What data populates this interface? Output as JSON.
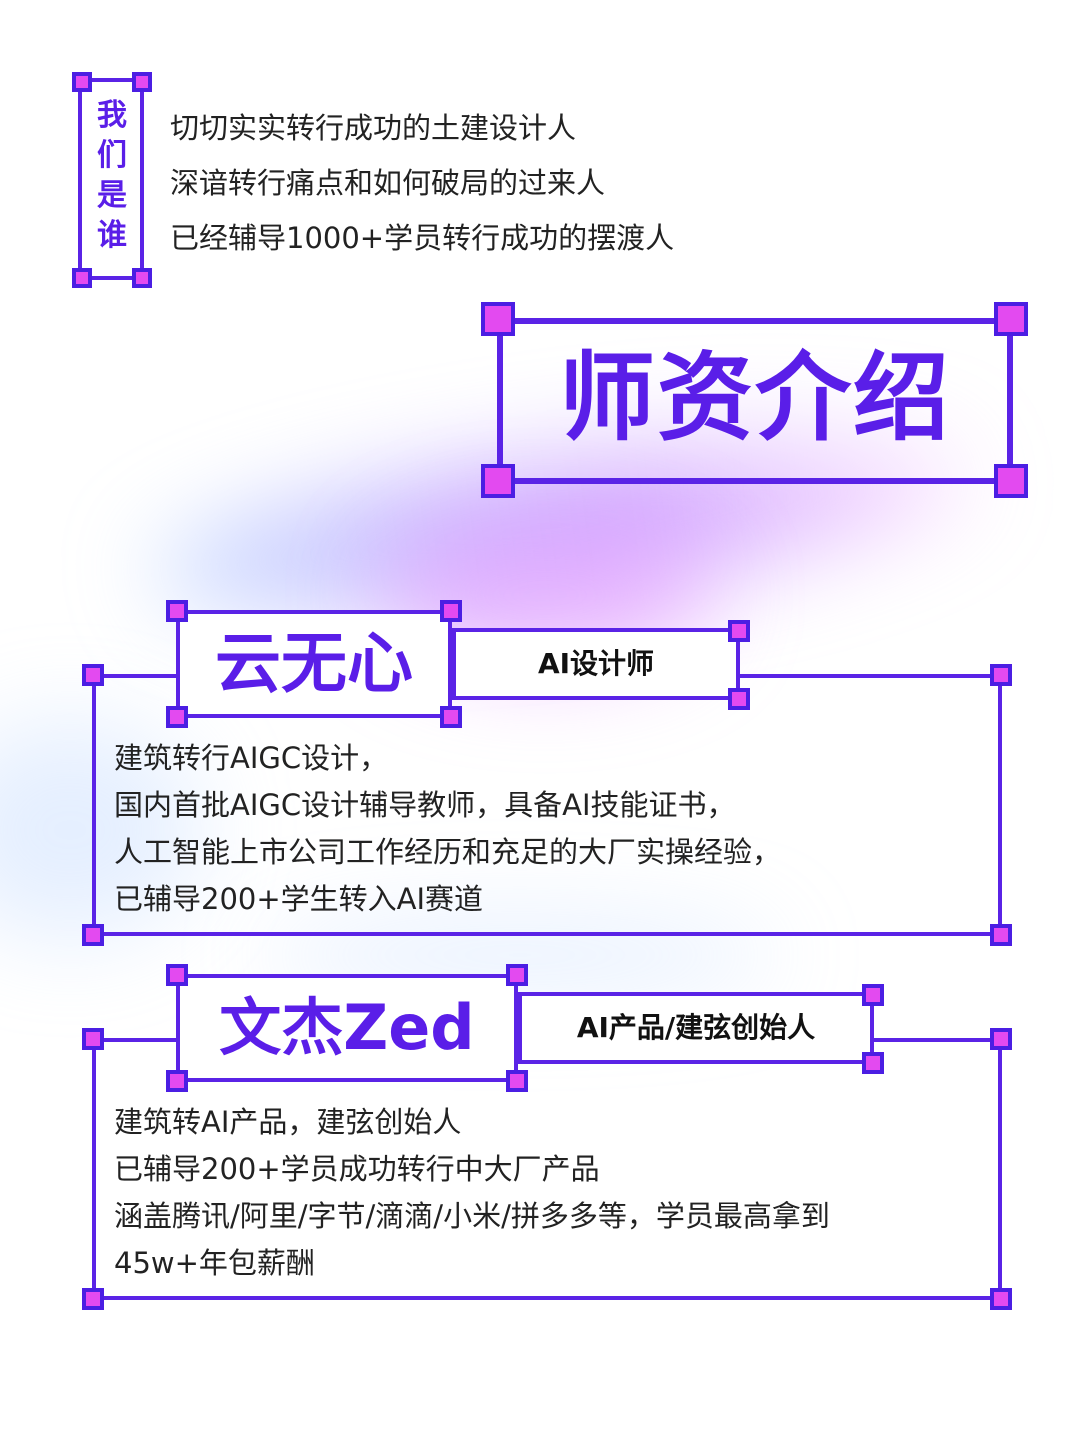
{
  "who_we_are": {
    "title": "我们是谁",
    "lines": [
      "切切实实转行成功的土建设计人",
      "深谙转行痛点和如何破局的过来人",
      "已经辅导1000+学员转行成功的摆渡人"
    ]
  },
  "section_title": "师资介绍",
  "teachers": [
    {
      "name": "云无心",
      "role": "AI设计师",
      "bio": [
        "建筑转行AIGC设计，",
        "国内首批AIGC设计辅导教师，具备AI技能证书，",
        "人工智能上市公司工作经历和充足的大厂实操经验，",
        "已辅导200+学生转入AI赛道"
      ]
    },
    {
      "name": "文杰Zed",
      "role": "AI产品/建弦创始人",
      "bio": [
        "建筑转AI产品，建弦创始人",
        "已辅导200+学员成功转行中大厂产品",
        "涵盖腾讯/阿里/字节/滴滴/小米/拼多多等，学员最高拿到",
        "45w+年包薪酬"
      ]
    }
  ],
  "colors": {
    "accent": "#5a1ee8",
    "frame": "#5a23e6",
    "handle": "#e34af0",
    "text": "#222222"
  }
}
